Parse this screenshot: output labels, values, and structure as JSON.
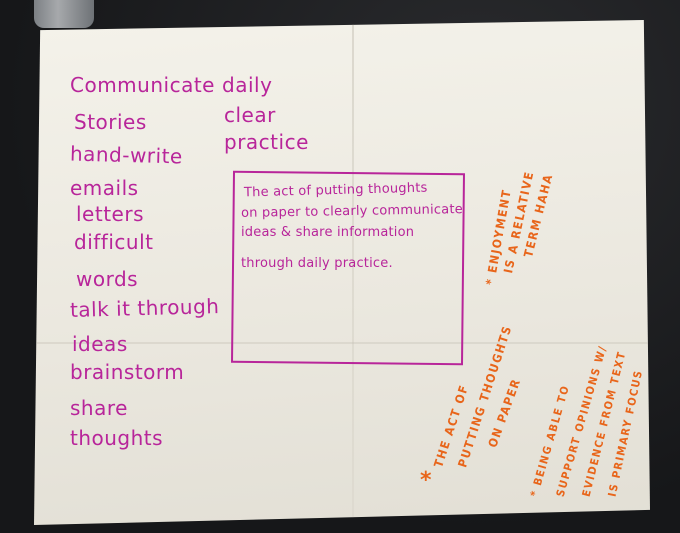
{
  "poster": {
    "left_column": [
      "Communicate",
      "Stories",
      "hand-write",
      "emails",
      "letters",
      "difficult",
      "words",
      "talk it through",
      "ideas",
      "brainstorm",
      "share",
      "thoughts"
    ],
    "right_column": [
      "daily",
      "clear",
      "practice"
    ],
    "definition": {
      "line1": "The act of putting thoughts",
      "line2": "on paper to clearly communicate",
      "line3": "ideas & share information",
      "line4": "through daily practice."
    },
    "notes": {
      "enjoyment": {
        "line1": "* ENJOYMENT",
        "line2": "IS A RELATIVE",
        "line3": "TERM HAHA"
      },
      "act": {
        "line1": "THE ACT OF",
        "line2": "PUTTING THOUGHTS",
        "line3": "ON PAPER",
        "asterisk": "*"
      },
      "support": {
        "line1": "* BEING ABLE TO",
        "line2": "SUPPORT OPINIONS W/",
        "line3": "EVIDENCE FROM TEXT",
        "line4": "IS PRIMARY FOCUS"
      }
    }
  },
  "colors": {
    "marker_magenta": "#b8259a",
    "marker_orange": "#e8651a",
    "paper": "#efece3",
    "background": "#1b1c1e"
  }
}
